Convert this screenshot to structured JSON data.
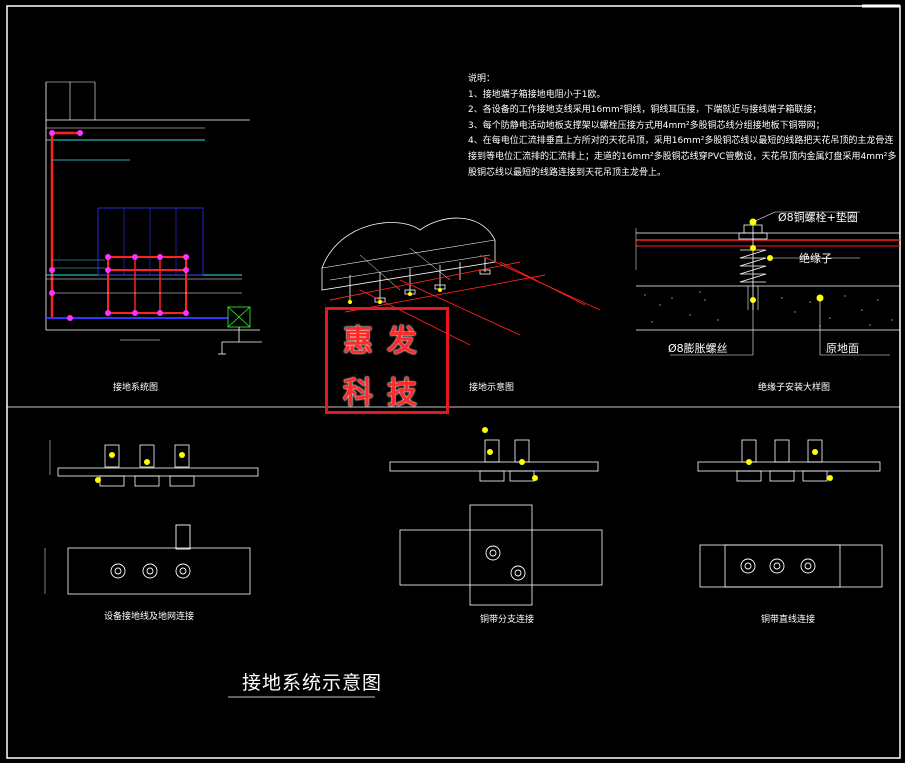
{
  "notes": {
    "heading": "说明：",
    "items": [
      "1、接地端子箱接地电阻小于1欧。",
      "2、各设备的工作接地支线采用16mm²铜线，铜线耳压接，下端就近与接线端子箱联接；",
      "3、每个防静电活动地板支撑架以螺栓压接方式用4mm²多股铜芯线分组接地板下铜带网；",
      "4、在每电位汇流排垂直上方所对的天花吊顶，采用16mm²多股铜芯线以最短的线路把天花吊顶的主龙骨连接到等电位汇流排的汇流排上；走道的16mm²多股铜芯线穿PVC管敷设，天花吊顶内金属灯盘采用4mm²多股铜芯线以最短的线路连接到天花吊顶主龙骨上。"
    ]
  },
  "captions": {
    "system": "接地系统图",
    "schematic": "接地示意图",
    "insulator": "绝缘子安装大样图",
    "equip_conn": "设备接地线及地网连接",
    "branch_conn": "铜带分支连接",
    "straight_conn": "铜带直线连接",
    "main_title": "接地系统示意图"
  },
  "insulator_labels": {
    "bolt_washer": "Ø8铜螺栓+垫圈",
    "insulator": "绝缘子",
    "expansion_bolt": "Ø8膨胀螺丝",
    "floor": "原地面"
  },
  "stamp": {
    "line1": "惠发",
    "line2": "科技"
  },
  "colors": {
    "background": "#000000",
    "line": "#ffffff",
    "red": "#ff2020",
    "magenta": "#ff33ff",
    "cyan": "#33e0e0",
    "green": "#33ff33",
    "yellow": "#ffff00",
    "blue": "#3333ff",
    "stamp": "#e4181c"
  }
}
